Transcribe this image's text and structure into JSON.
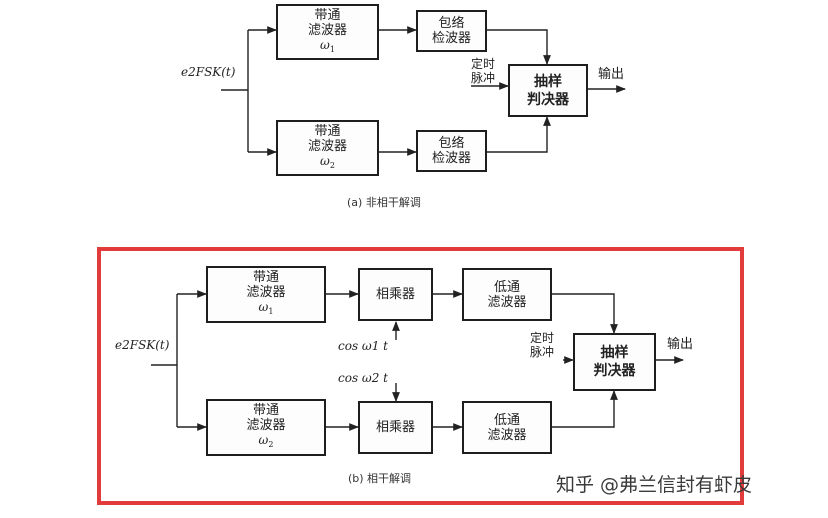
{
  "diagram_a": {
    "input_label": "e2FSK(t)",
    "bpf1": {
      "line1": "带通",
      "line2": "滤波器",
      "omega": "ω",
      "sub": "1"
    },
    "bpf2": {
      "line1": "带通",
      "line2": "滤波器",
      "omega": "ω",
      "sub": "2"
    },
    "env1": {
      "line1": "包络",
      "line2": "检波器"
    },
    "env2": {
      "line1": "包络",
      "line2": "检波器"
    },
    "sampler": {
      "line1": "抽样",
      "line2": "判决器"
    },
    "timing": {
      "line1": "定时",
      "line2": "脉冲"
    },
    "output": "输出",
    "caption": "(a) 非相干解调"
  },
  "diagram_b": {
    "input_label": "e2FSK(t)",
    "bpf1": {
      "line1": "带通",
      "line2": "滤波器",
      "omega": "ω",
      "sub": "1"
    },
    "bpf2": {
      "line1": "带通",
      "line2": "滤波器",
      "omega": "ω",
      "sub": "2"
    },
    "mult1": "相乘器",
    "mult2": "相乘器",
    "lpf1": {
      "line1": "低通",
      "line2": "滤波器"
    },
    "lpf2": {
      "line1": "低通",
      "line2": "滤波器"
    },
    "cos1": "cos ω1 t",
    "cos2": "cos ω2 t",
    "sampler": {
      "line1": "抽样",
      "line2": "判决器"
    },
    "timing": {
      "line1": "定时",
      "line2": "脉冲"
    },
    "output": "输出",
    "caption": "(b) 相干解调"
  },
  "highlight_color": "#e23b3b",
  "watermark": "知乎 @弗兰信封有虾皮"
}
